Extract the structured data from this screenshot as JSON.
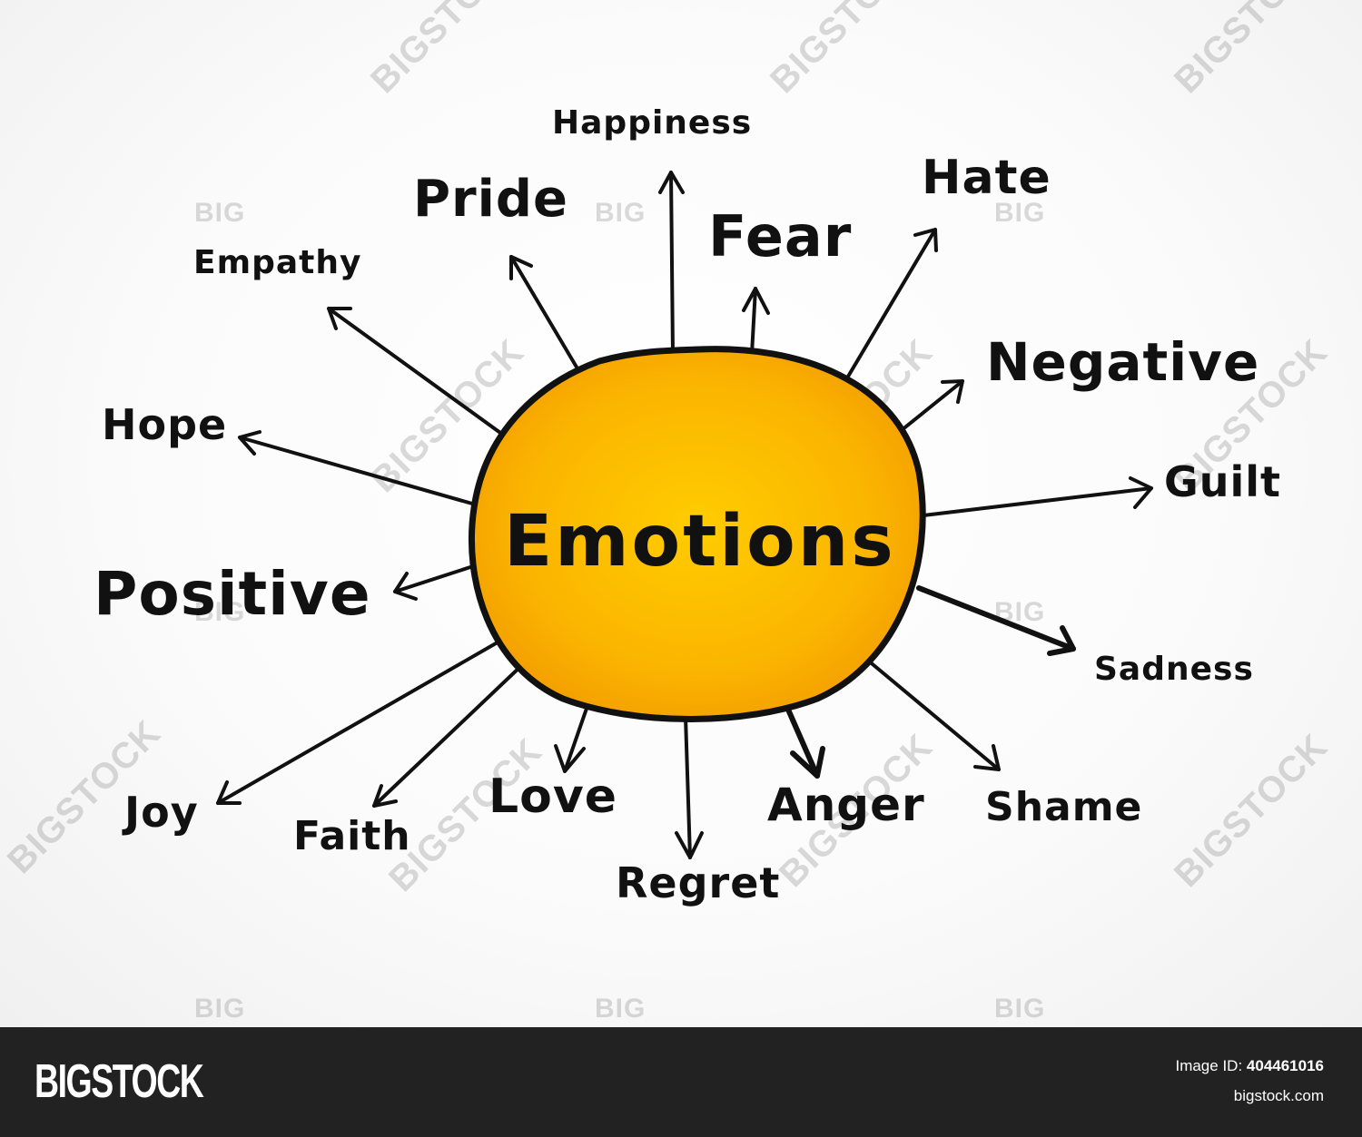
{
  "diagram": {
    "title": "Emotions",
    "type": "mind-map",
    "center": {
      "label": "Emotions",
      "fill_inner": "#FFCC00",
      "fill_outer": "#F5A000",
      "stroke": "#111111"
    },
    "nodes": [
      {
        "id": "happiness",
        "label": "Happiness",
        "size": "small"
      },
      {
        "id": "pride",
        "label": "Pride",
        "size": "large"
      },
      {
        "id": "fear",
        "label": "Fear",
        "size": "large"
      },
      {
        "id": "hate",
        "label": "Hate",
        "size": "medium"
      },
      {
        "id": "empathy",
        "label": "Empathy",
        "size": "small"
      },
      {
        "id": "negative",
        "label": "Negative",
        "size": "large"
      },
      {
        "id": "hope",
        "label": "Hope",
        "size": "medium"
      },
      {
        "id": "guilt",
        "label": "Guilt",
        "size": "medium"
      },
      {
        "id": "positive",
        "label": "Positive",
        "size": "xlarge"
      },
      {
        "id": "sadness",
        "label": "Sadness",
        "size": "small"
      },
      {
        "id": "joy",
        "label": "Joy",
        "size": "medium"
      },
      {
        "id": "faith",
        "label": "Faith",
        "size": "medium"
      },
      {
        "id": "love",
        "label": "Love",
        "size": "medium"
      },
      {
        "id": "regret",
        "label": "Regret",
        "size": "medium"
      },
      {
        "id": "anger",
        "label": "Anger",
        "size": "medium"
      },
      {
        "id": "shame",
        "label": "Shame",
        "size": "medium"
      }
    ]
  },
  "watermark": {
    "big": "BIG",
    "bigstock": "BIGSTOCK"
  },
  "footer": {
    "brand": "BIGSTOCK",
    "image_id_label": "Image ID:",
    "image_id": "404461016",
    "site": "bigstock.com"
  }
}
